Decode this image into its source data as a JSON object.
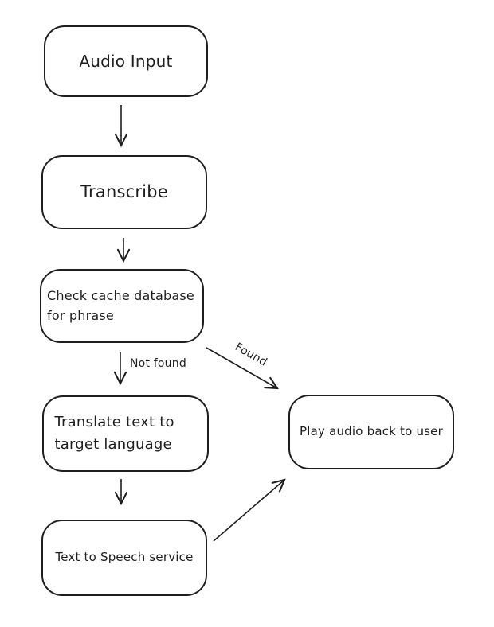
{
  "canvas": {
    "background_color": "#ffffff",
    "stroke_color": "#1e1e1e"
  },
  "diagram": {
    "type": "flowchart",
    "nodes": [
      {
        "id": "audio-input",
        "label": "Audio Input"
      },
      {
        "id": "transcribe",
        "label": "Transcribe"
      },
      {
        "id": "check-cache",
        "label": "Check cache database for phrase"
      },
      {
        "id": "translate",
        "label": "Translate text to target language"
      },
      {
        "id": "play-audio",
        "label": "Play audio back to user"
      },
      {
        "id": "text-to-speech",
        "label": "Text to Speech service"
      }
    ],
    "edges": [
      {
        "from": "audio-input",
        "to": "transcribe",
        "label": ""
      },
      {
        "from": "transcribe",
        "to": "check-cache",
        "label": ""
      },
      {
        "from": "check-cache",
        "to": "translate",
        "label": "Not found"
      },
      {
        "from": "check-cache",
        "to": "play-audio",
        "label": "Found"
      },
      {
        "from": "translate",
        "to": "text-to-speech",
        "label": ""
      },
      {
        "from": "text-to-speech",
        "to": "play-audio",
        "label": ""
      }
    ]
  }
}
